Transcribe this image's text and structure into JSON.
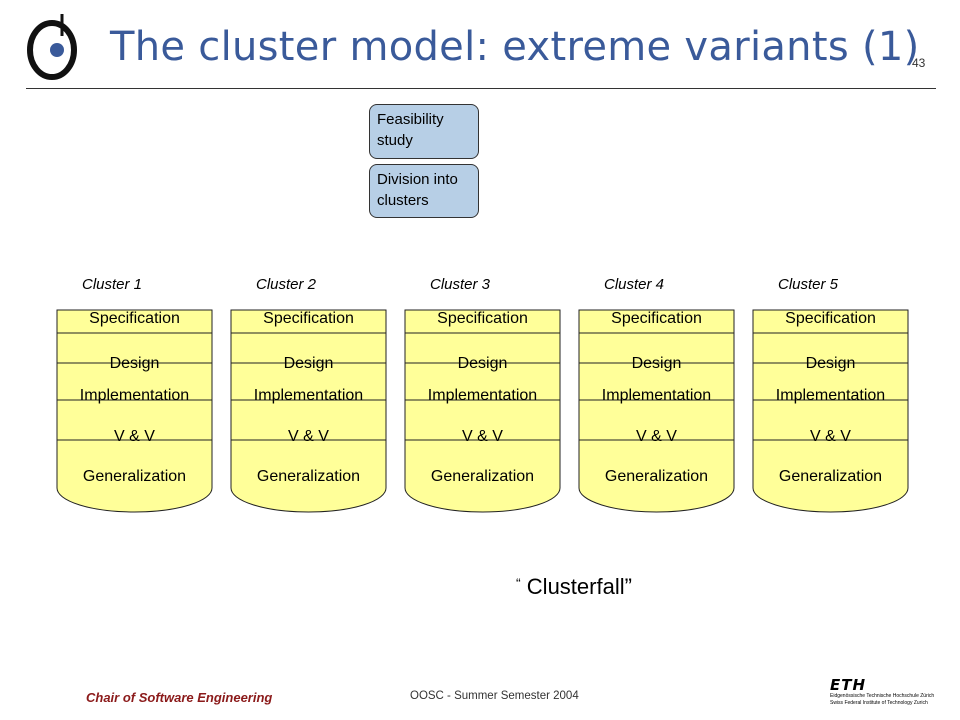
{
  "slide": {
    "title": "The cluster model: extreme variants (1)",
    "page_number": "43"
  },
  "top_boxes": [
    {
      "lines": [
        "Feasibility",
        "study"
      ]
    },
    {
      "lines": [
        "Division into",
        "clusters"
      ]
    }
  ],
  "clusters": [
    {
      "label": "Cluster 1",
      "layers": [
        "Specification",
        "Design",
        "Implementation",
        "V & V",
        "Generalization"
      ]
    },
    {
      "label": "Cluster 2",
      "layers": [
        "Specification",
        "Design",
        "Implementation",
        "V & V",
        "Generalization"
      ]
    },
    {
      "label": "Cluster 3",
      "layers": [
        "Specification",
        "Design",
        "Implementation",
        "V & V",
        "Generalization"
      ]
    },
    {
      "label": "Cluster 4",
      "layers": [
        "Specification",
        "Design",
        "Implementation",
        "V & V",
        "Generalization"
      ]
    },
    {
      "label": "Cluster 5",
      "layers": [
        "Specification",
        "Design",
        "Implementation",
        "V & V",
        "Generalization"
      ]
    }
  ],
  "caption": {
    "open_quote": "“",
    "text": "Clusterfall",
    "close_quote": "”"
  },
  "footer": {
    "chair": "Chair of Software Engineering",
    "course": "OOSC - Summer Semester 2004",
    "eth_logo": {
      "mark": "ETH",
      "line1": "Eidgenössische Technische Hochschule Zürich",
      "line2": "Swiss Federal Institute of Technology Zurich"
    }
  },
  "colors": {
    "title": "#3a5a9a",
    "cylinder": "#ffff99",
    "box": "#b7cfe6",
    "chair": "#8b1a1a"
  }
}
